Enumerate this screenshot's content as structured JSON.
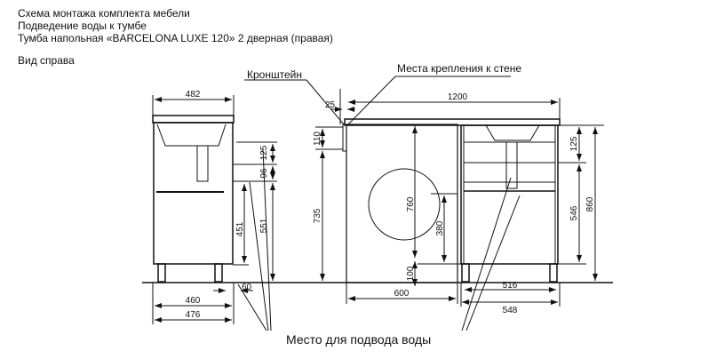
{
  "header": {
    "line1": "Схема монтажа комплекта мебели",
    "line2": "Подведение воды к тумбе",
    "line3": "Тумба напольная «BARCELONA LUXE 120»  2 дверная (правая)",
    "side_view": "Вид справа"
  },
  "labels": {
    "bracket": "Кронштейн",
    "wall_mount": "Места крепления к стене",
    "water_inlet": "Место  для подвода воды"
  },
  "dimensions": {
    "side_width": "482",
    "side_125": "125",
    "side_96": "96",
    "side_551": "551",
    "side_451": "451",
    "side_60": "60",
    "side_460": "460",
    "side_476": "476",
    "bracket_25": "25",
    "bracket_110": "110",
    "bracket_735": "735",
    "total_1200": "1200",
    "wm_760": "760",
    "wm_380": "380",
    "wm_100": "100",
    "wm_600": "600",
    "front_125": "125",
    "front_546": "546",
    "front_860": "860",
    "front_516": "516",
    "front_548": "548"
  }
}
